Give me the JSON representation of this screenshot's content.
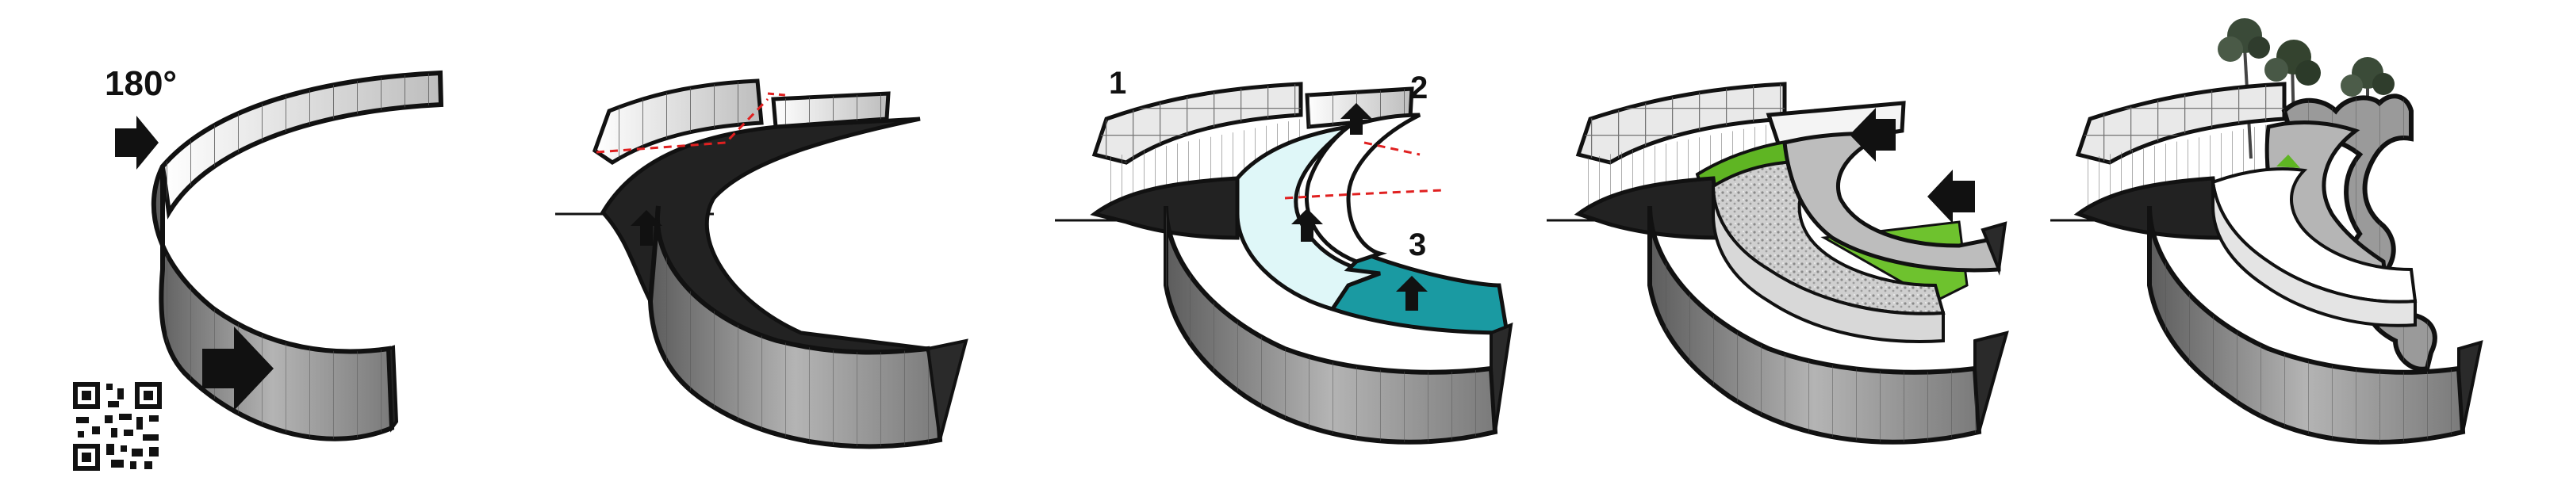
{
  "annotations": {
    "rotation": "180°",
    "step_1": "1",
    "step_2": "2",
    "step_3": "3"
  },
  "colors": {
    "outline": "#111111",
    "floor_dark": "#222222",
    "wall_light": "#f4f4f4",
    "wall_gray": "#8e8e8e",
    "pale_cyan": "#dff7f8",
    "teal": "#1a9aa2",
    "green": "#5fb523",
    "dashed_red": "#e02020",
    "tree": "#3a4a38"
  },
  "icons": [
    "arrow-icon",
    "qr-code-icon"
  ]
}
